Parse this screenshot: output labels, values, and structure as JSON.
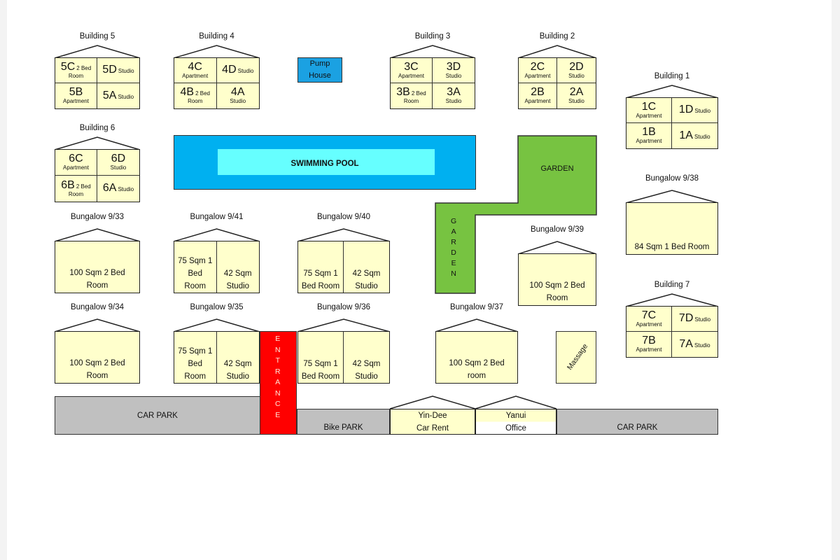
{
  "colors": {
    "unit_fill": "#ffffcc",
    "pool": "#00b0f0",
    "pool_inner": "#66ffff",
    "garden": "#77c341",
    "entrance": "#ff0000",
    "car_park": "#c0c0c0",
    "pump_house": "#1ba1e2"
  },
  "buildings": {
    "b5": {
      "title": "Building 5",
      "tl": {
        "code": "5C",
        "note": "2 Bed",
        "sub": "Room"
      },
      "tr": {
        "code": "5D",
        "note": "Studio"
      },
      "bl": {
        "code": "5B",
        "sub": "Apartment"
      },
      "br": {
        "code": "5A",
        "note": "Studio"
      }
    },
    "b4": {
      "title": "Building 4",
      "tl": {
        "code": "4C",
        "sub": "Apartment"
      },
      "tr": {
        "code": "4D",
        "note": "Studio"
      },
      "bl": {
        "code": "4B",
        "note": "2 Bed",
        "sub": "Room"
      },
      "br": {
        "code": "4A",
        "sub": "Studio"
      }
    },
    "b3": {
      "title": "Building 3",
      "tl": {
        "code": "3C",
        "sub": "Apartment"
      },
      "tr": {
        "code": "3D",
        "sub": "Studio"
      },
      "bl": {
        "code": "3B",
        "note": "2 Bed",
        "sub": "Room"
      },
      "br": {
        "code": "3A",
        "sub": "Studio"
      }
    },
    "b2": {
      "title": "Building 2",
      "tl": {
        "code": "2C",
        "sub": "Apartment"
      },
      "tr": {
        "code": "2D",
        "sub": "Studio"
      },
      "bl": {
        "code": "2B",
        "sub": "Apartment"
      },
      "br": {
        "code": "2A",
        "sub": "Studio"
      }
    },
    "b1": {
      "title": "Building 1",
      "tl": {
        "code": "1C",
        "sub": "Apartment"
      },
      "tr": {
        "code": "1D",
        "note": "Studio"
      },
      "bl": {
        "code": "1B",
        "sub": "Apartment"
      },
      "br": {
        "code": "1A",
        "note": "Studio"
      }
    },
    "b6": {
      "title": "Building 6",
      "tl": {
        "code": "6C",
        "sub": "Apartment"
      },
      "tr": {
        "code": "6D",
        "sub": "Studio"
      },
      "bl": {
        "code": "6B",
        "note": "2 Bed",
        "sub": "Room"
      },
      "br": {
        "code": "6A",
        "note": "Studio"
      }
    },
    "b7": {
      "title": "Building 7",
      "tl": {
        "code": "7C",
        "sub": "Apartment"
      },
      "tr": {
        "code": "7D",
        "note": "Studio"
      },
      "bl": {
        "code": "7B",
        "sub": "Apartment"
      },
      "br": {
        "code": "7A",
        "note": "Studio"
      }
    }
  },
  "pump_house": {
    "line1": "Pump",
    "line2": "House"
  },
  "pool": {
    "label": "SWIMMING POOL"
  },
  "garden": {
    "label": "GARDEN",
    "vertical": [
      "G",
      "A",
      "R",
      "D",
      "E",
      "N"
    ]
  },
  "bungalows": {
    "b933": {
      "title": "Bungalow 9/33",
      "l1": "100 Sqm 2 Bed",
      "l2": "Room"
    },
    "b941": {
      "title": "Bungalow 9/41",
      "a1": "75 Sqm 1",
      "a2": "Bed",
      "a3": "Room",
      "b1": "42 Sqm",
      "b2": "Studio"
    },
    "b940": {
      "title": "Bungalow 9/40",
      "a1": "75 Sqm 1",
      "a2": "Bed Room",
      "b1": "42 Sqm",
      "b2": "Studio"
    },
    "b939": {
      "title": "Bungalow 9/39",
      "l1": "100 Sqm 2 Bed",
      "l2": "Room"
    },
    "b938": {
      "title": "Bungalow 9/38",
      "l1": "84 Sqm 1 Bed Room"
    },
    "b934": {
      "title": "Bungalow 9/34",
      "l1": "100 Sqm 2 Bed",
      "l2": "Room"
    },
    "b935": {
      "title": "Bungalow 9/35",
      "a1": "75 Sqm 1",
      "a2": "Bed",
      "a3": "Room",
      "b1": "42 Sqm",
      "b2": "Studio"
    },
    "b936": {
      "title": "Bungalow 9/36",
      "a1": "75 Sqm 1",
      "a2": "Bed Room",
      "b1": "42 Sqm",
      "b2": "Studio"
    },
    "b937": {
      "title": "Bungalow 9/37",
      "l1": "100 Sqm 2 Bed",
      "l2": "room"
    }
  },
  "massage": {
    "label": "Massage"
  },
  "entrance": {
    "letters": [
      "E",
      "N",
      "T",
      "R",
      "A",
      "N",
      "C",
      "E"
    ]
  },
  "car_park_left": {
    "label": "CAR PARK"
  },
  "bike_park": {
    "label": "Bike PARK"
  },
  "yin_dee": {
    "l1": "Yin-Dee",
    "l2": "Car Rent"
  },
  "yanui": {
    "l1": "Yanui",
    "l2": "Office"
  },
  "car_park_right": {
    "label": "CAR PARK"
  }
}
